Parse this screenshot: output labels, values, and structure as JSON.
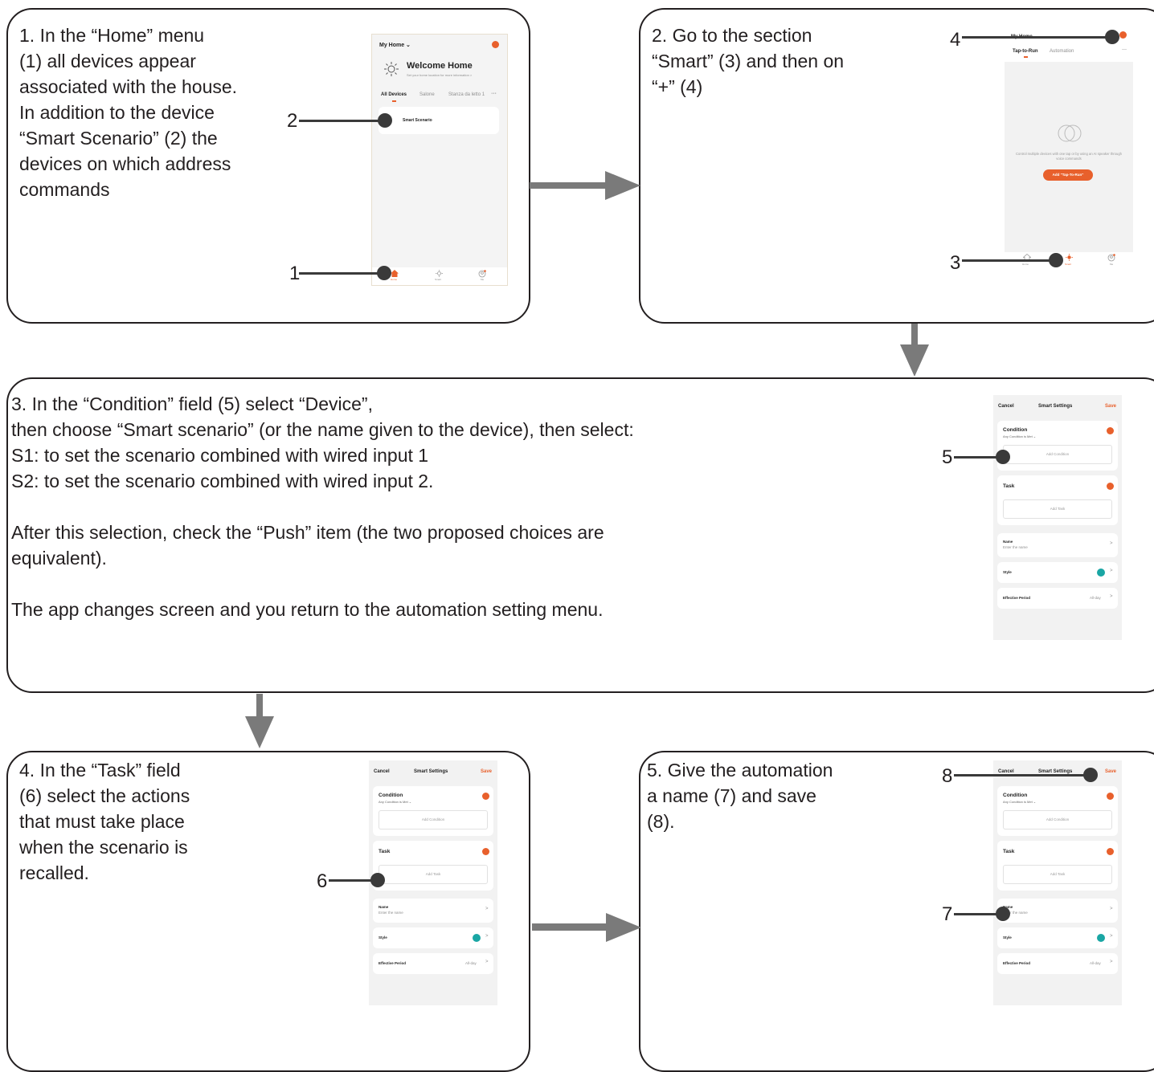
{
  "steps": [
    {
      "text": "1. In the “Home” menu\n(1) all devices appear\nassociated with the house.\nIn addition to the device\n“Smart Scenario” (2) the\ndevices on which address\ncommands"
    },
    {
      "text": "2. Go to the section\n“Smart” (3) and then on\n“+” (4)"
    },
    {
      "text": "3. In the “Condition” field (5) select “Device”,\nthen choose “Smart scenario” (or the name given to the device), then select:\nS1: to set the scenario combined with wired input 1\nS2: to set the scenario combined with wired input 2.\n\nAfter this selection, check the “Push” item (the two proposed choices are\nequivalent).\n\nThe app changes screen and you return to the automation setting menu."
    },
    {
      "text": "4. In the “Task” field\n(6) select the actions\nthat must take place\nwhen the scenario is\nrecalled."
    },
    {
      "text": "5. Give the automation\na name (7) and save\n(8)."
    }
  ],
  "callouts": [
    "1",
    "2",
    "3",
    "4",
    "5",
    "6",
    "7",
    "8"
  ],
  "home_screen": {
    "header": "My Home ⌄",
    "welcome_title": "Welcome Home",
    "welcome_sub": "Set your home location for more information >",
    "tabs": [
      "All Devices",
      "Salone",
      "Stanza da letto 1",
      "···"
    ],
    "device": "Smart Scenario",
    "nav": [
      "Home",
      "Smart",
      "Me"
    ]
  },
  "smart_screen": {
    "header": "My Home ⌄",
    "tabs": [
      "Tap-to-Run",
      "Automation",
      "···"
    ],
    "empty_text": "Control multiple devices with one tap or by using an AI speaker through voice commands",
    "button": "Add \"Tap-To-Run\"",
    "nav": [
      "Home",
      "Smart",
      "Me"
    ]
  },
  "settings_screen": {
    "cancel": "Cancel",
    "title": "Smart Settings",
    "save": "Save",
    "condition": "Condition",
    "condition_sub": "Any Condition is Met ⌄",
    "add_condition": "Add Condition",
    "task": "Task",
    "add_task": "Add Task",
    "name": "Name",
    "name_placeholder": "Enter the name",
    "style": "Style",
    "effective_period": "Effective Period",
    "period_value": "All-day",
    "chevron": ">"
  },
  "colors": {
    "accent": "#e8602c",
    "teal": "#1aa6a4",
    "arrow": "#7a7a7a",
    "border": "#231f20"
  }
}
